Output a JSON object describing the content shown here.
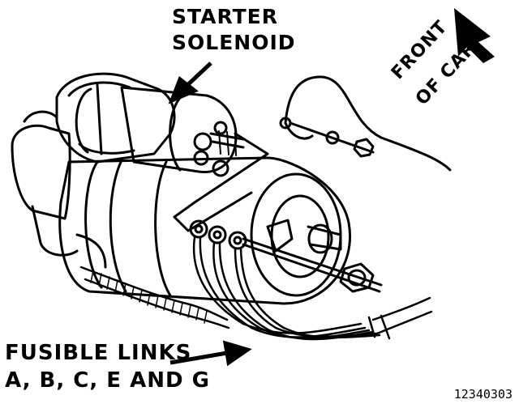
{
  "labels": {
    "starter_solenoid": [
      "STARTER",
      "SOLENOID"
    ],
    "front_of_car": [
      "FRONT",
      "OF CAR"
    ],
    "fusible_links": [
      "FUSIBLE LINKS",
      "A, B, C, E AND G"
    ]
  },
  "part_number": "12340303",
  "colors": {
    "ink": "#000000",
    "paper": "#ffffff"
  }
}
